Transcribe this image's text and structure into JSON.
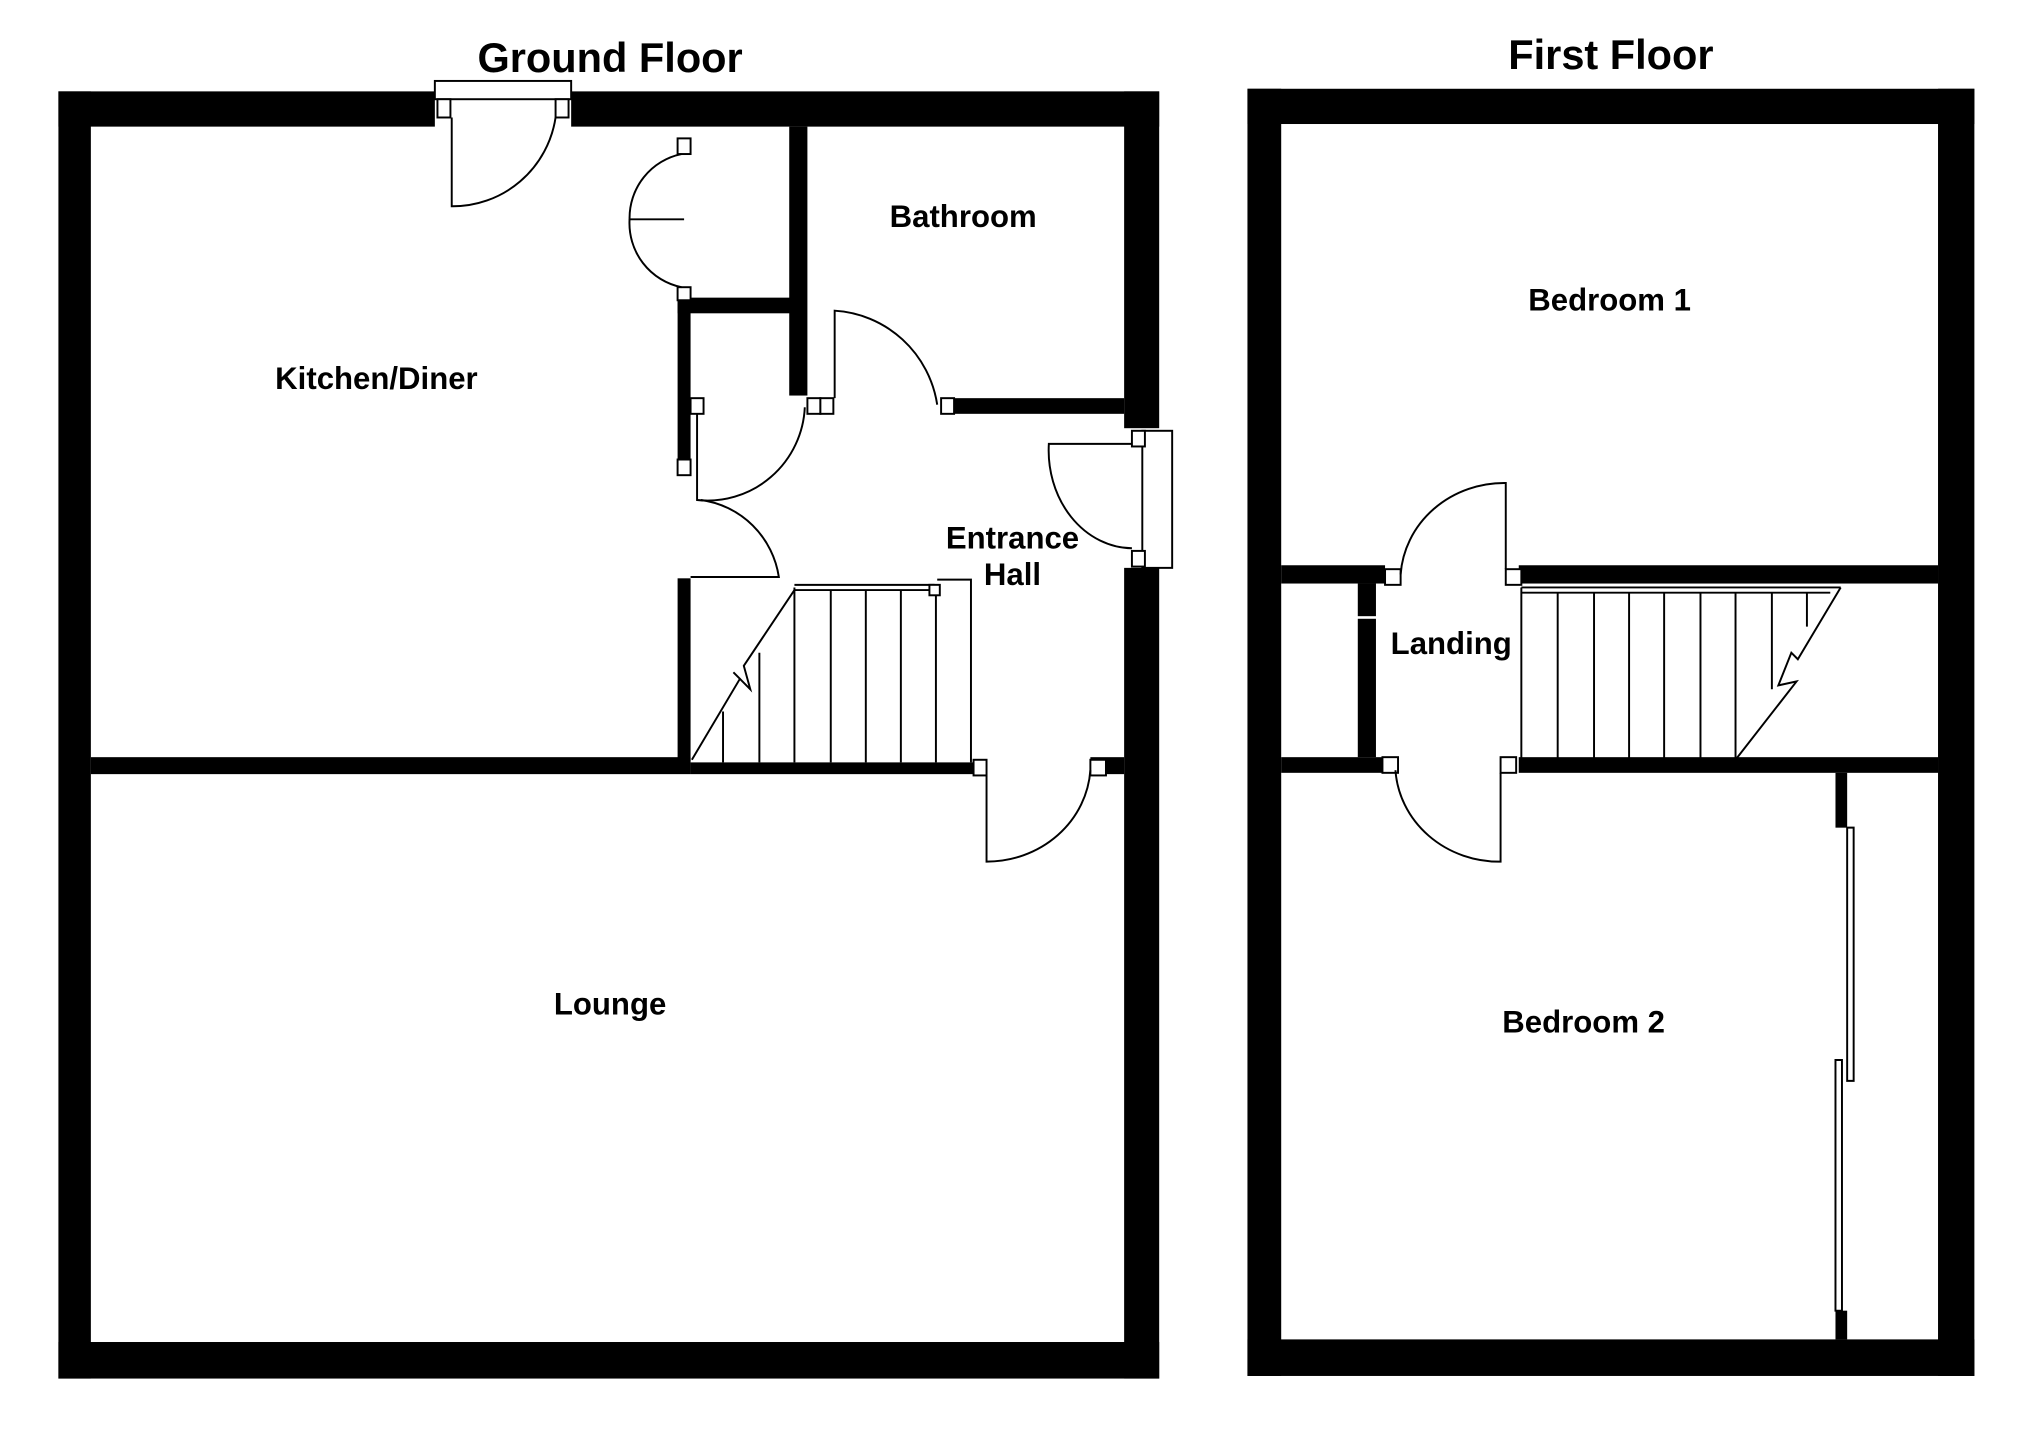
{
  "ground_floor": {
    "title": "Ground Floor",
    "rooms": {
      "kitchen": "Kitchen/Diner",
      "bathroom": "Bathroom",
      "entrance_line1": "Entrance",
      "entrance_line2": "Hall",
      "lounge": "Lounge"
    }
  },
  "first_floor": {
    "title": "First Floor",
    "rooms": {
      "bedroom1": "Bedroom 1",
      "landing": "Landing",
      "bedroom2": "Bedroom 2"
    }
  }
}
